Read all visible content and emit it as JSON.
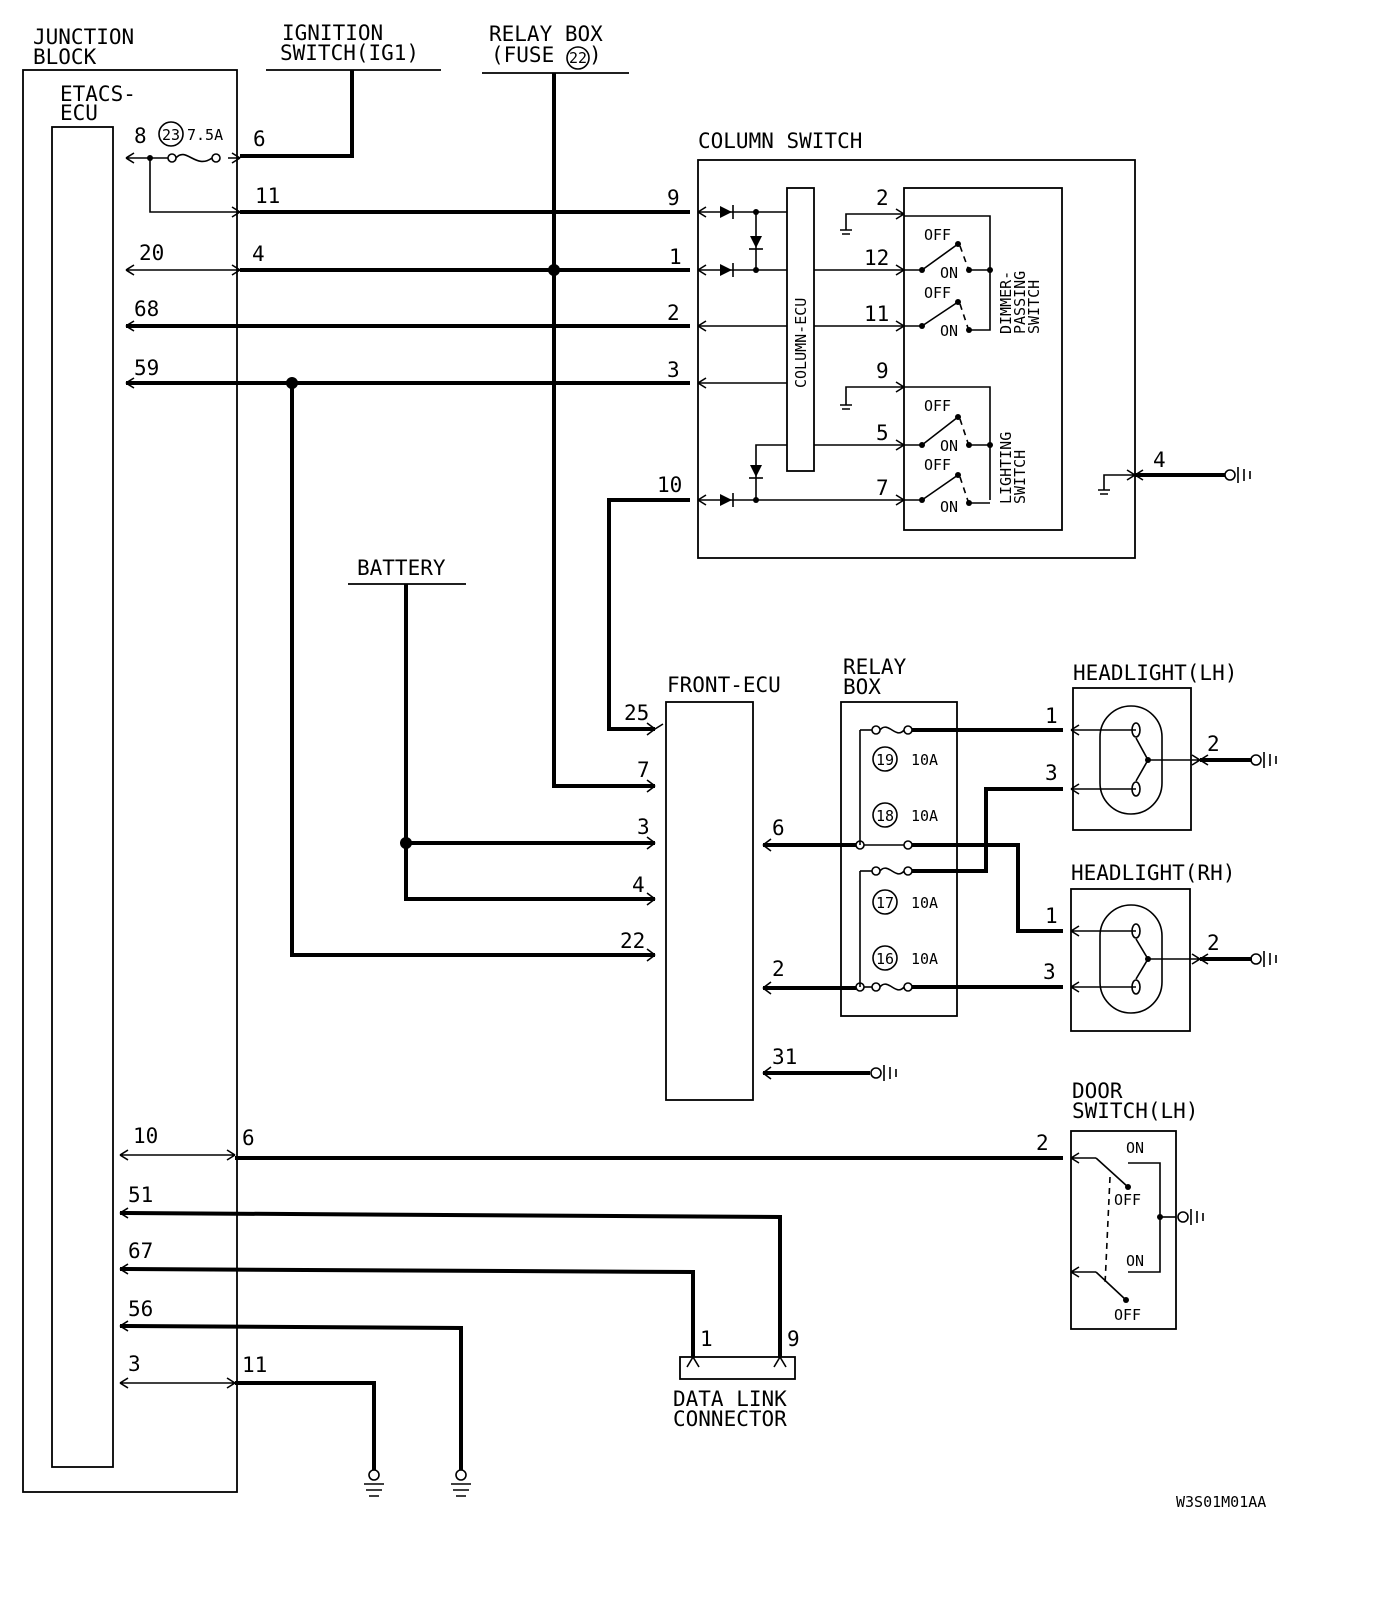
{
  "labels": {
    "junction_block": [
      "JUNCTION",
      "BLOCK"
    ],
    "etacs_ecu": [
      "ETACS-",
      "ECU"
    ],
    "ignition_switch": [
      "IGNITION",
      "SWITCH(IG1)"
    ],
    "relay_box_fuse": [
      "RELAY BOX",
      "(FUSE",
      ")"
    ],
    "column_switch": "COLUMN SWITCH",
    "column_ecu": "COLUMN-ECU",
    "dimmer_switch": [
      "DIMMER-",
      "PASSING",
      "SWITCH"
    ],
    "lighting_switch": [
      "LIGHTING",
      "SWITCH"
    ],
    "battery": "BATTERY",
    "front_ecu": "FRONT-ECU",
    "relay_box": [
      "RELAY",
      "BOX"
    ],
    "headlight_lh": "HEADLIGHT(LH)",
    "headlight_rh": "HEADLIGHT(RH)",
    "door_switch": [
      "DOOR",
      "SWITCH(LH)"
    ],
    "data_link": [
      "DATA LINK",
      "CONNECTOR"
    ],
    "diagram_code": "W3S01M01AA"
  },
  "fuses": {
    "etacs": {
      "number": "23",
      "rating": "7.5A"
    },
    "relay_box_feed": "22",
    "relay": [
      {
        "number": "19",
        "rating": "10A"
      },
      {
        "number": "18",
        "rating": "10A"
      },
      {
        "number": "17",
        "rating": "10A"
      },
      {
        "number": "16",
        "rating": "10A"
      }
    ]
  },
  "switch_states": {
    "off": "OFF",
    "on": "ON"
  },
  "pins": {
    "etacs_fuse": "8",
    "ign": "6",
    "jb_11": "11",
    "jb_20": "20",
    "jb_4": "4",
    "jb_68": "68",
    "jb_59": "59",
    "jb_10": "10",
    "jb_6": "6",
    "jb_51": "51",
    "jb_67": "67",
    "jb_56": "56",
    "jb_3": "3",
    "jb_11b": "11",
    "col_9": "9",
    "col_1": "1",
    "col_2": "2",
    "col_3": "3",
    "col_10": "10",
    "col_in_2": "2",
    "col_in_12": "12",
    "col_in_11": "11",
    "col_in_9": "9",
    "col_in_5": "5",
    "col_in_7": "7",
    "col_gnd_4": "4",
    "fe_25": "25",
    "fe_7": "7",
    "fe_3": "3",
    "fe_4": "4",
    "fe_22": "22",
    "fe_6": "6",
    "fe_2": "2",
    "fe_31": "31",
    "hl_lh_1": "1",
    "hl_lh_3": "3",
    "hl_lh_2": "2",
    "hl_rh_1": "1",
    "hl_rh_3": "3",
    "hl_rh_2": "2",
    "door_2": "2",
    "dlc_1": "1",
    "dlc_9": "9"
  }
}
